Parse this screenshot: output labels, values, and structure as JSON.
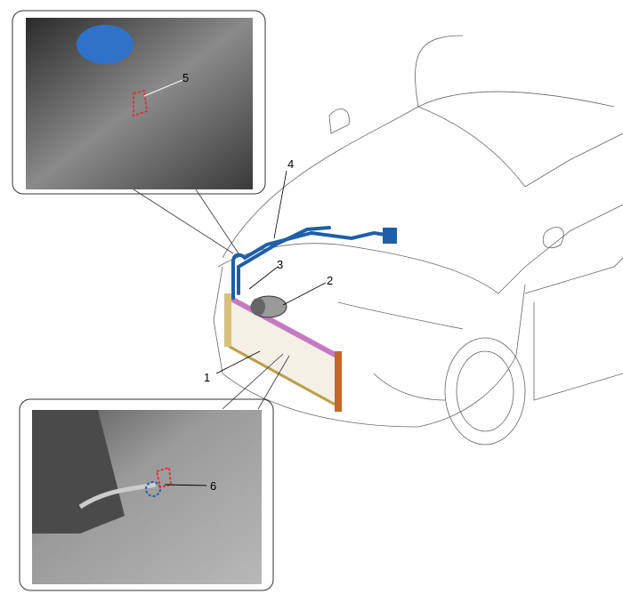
{
  "callouts": {
    "c1": "1",
    "c2": "2",
    "c3": "3",
    "c4": "4",
    "c5": "5",
    "c6": "6"
  },
  "colors": {
    "pipe": "#1f5fa8",
    "condenser_frame": "#b8a04a",
    "condenser_top": "#c47ac0",
    "receiver": "#c8642a",
    "marker": "#e0303a",
    "outline": "#444444"
  }
}
